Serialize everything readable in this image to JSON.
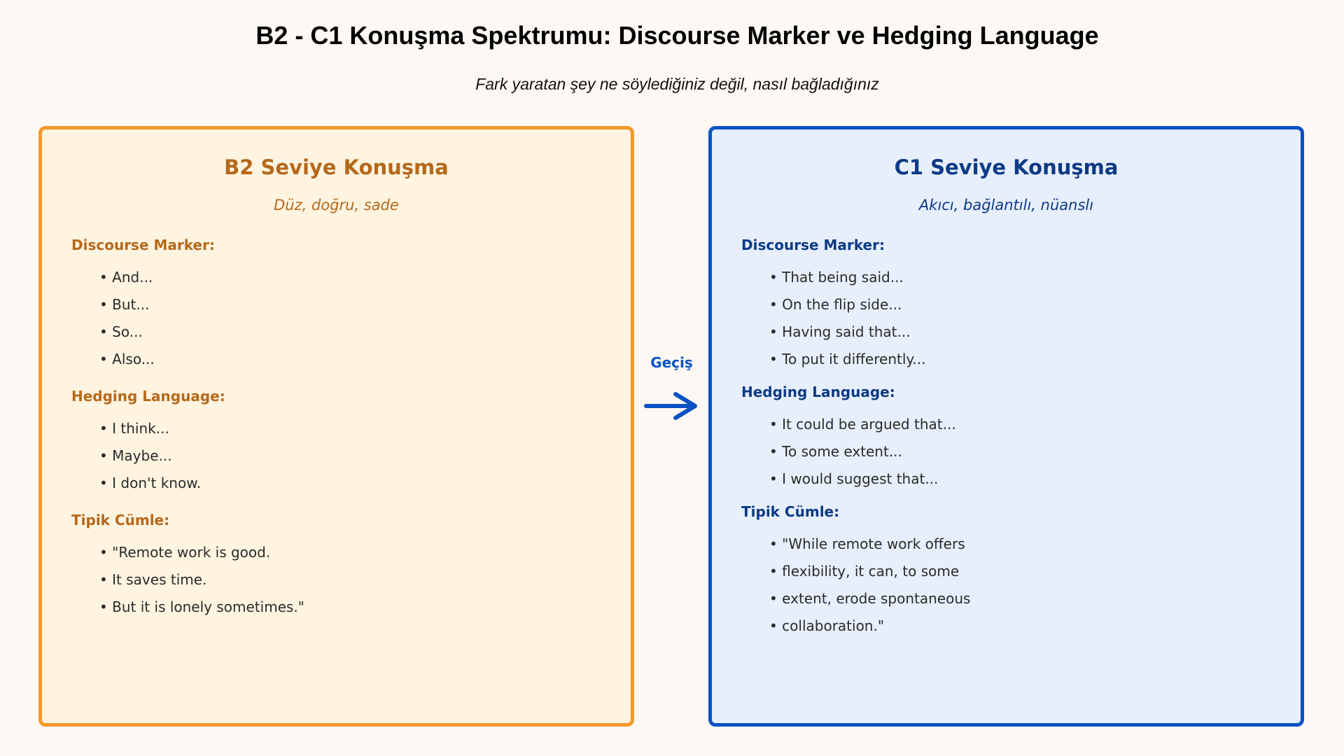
{
  "title": "B2 - C1 Konuşma Spektrumu: Discourse Marker ve Hedging Language",
  "subtitle": "Fark yaratan şey ne söylediğiniz değil, nasıl bağladığınız",
  "colors": {
    "background": "#fdf8f3",
    "b2_border": "#f39a2b",
    "b2_fill": "#fff4e0",
    "b2_text": "#b5681a",
    "c1_border": "#0a52c4",
    "c1_fill": "#e7effc",
    "c1_text": "#0c3a85"
  },
  "connector": {
    "label": "Geçiş",
    "icon": "right-arrow-icon"
  },
  "b2": {
    "title": "B2 Seviye Konuşma",
    "subtitle": "Düz, doğru, sade",
    "sections": [
      {
        "heading": "Discourse Marker:",
        "items": [
          "And...",
          "But...",
          "So...",
          "Also..."
        ]
      },
      {
        "heading": "Hedging Language:",
        "items": [
          "I think...",
          "Maybe...",
          "I don't know."
        ]
      },
      {
        "heading": "Tipik Cümle:",
        "items": [
          "\"Remote work is good.",
          "It saves time.",
          "But it is lonely sometimes.\""
        ]
      }
    ]
  },
  "c1": {
    "title": "C1 Seviye Konuşma",
    "subtitle": "Akıcı, bağlantılı, nüanslı",
    "sections": [
      {
        "heading": "Discourse Marker:",
        "items": [
          "That being said...",
          "On the flip side...",
          "Having said that...",
          "To put it differently..."
        ]
      },
      {
        "heading": "Hedging Language:",
        "items": [
          "It could be argued that...",
          "To some extent...",
          "I would suggest that..."
        ]
      },
      {
        "heading": "Tipik Cümle:",
        "items": [
          "\"While remote work offers",
          "flexibility, it can, to some",
          "extent, erode spontaneous",
          "collaboration.\""
        ]
      }
    ]
  }
}
